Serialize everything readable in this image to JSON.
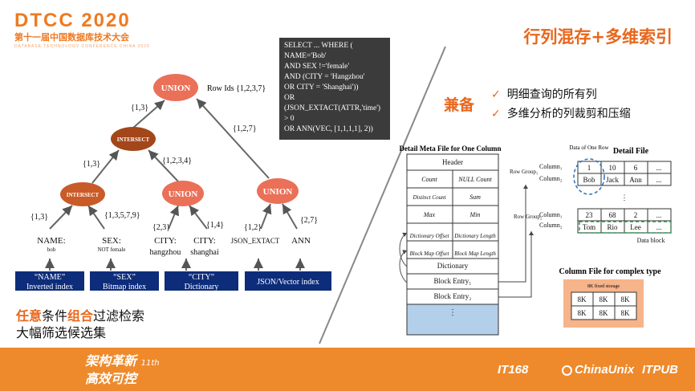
{
  "logo": {
    "main": "DTCC 2020",
    "sub": "第十一届中国数据库技术大会",
    "en": "DATABASE TECHNOLOGY CONFERENCE CHINA 2020"
  },
  "title": "行列混存+多维索引",
  "sql": [
    "SELECT ... WHERE (",
    "NAME='Bob'",
    "AND SEX !='female'",
    "AND (CITY = 'Hangzhou'",
    "OR CITY = 'Shanghai'))",
    "OR",
    "(JSON_EXTACT(ATTR,'time')",
    "> 0",
    "OR ANN(VEC, [1,1,1,1], 2))"
  ],
  "tree": {
    "root": "UNION",
    "row_ids": "Row Ids {1,2,3,7}",
    "intersect_top": "INTERSECT",
    "intersect_left": "INTERSECT",
    "union_mid": "UNION",
    "union_right": "UNION",
    "edge_1_3_top": "{1,3}",
    "edge_1_2_7": "{1,2,7}",
    "edge_1_3_left": "{1,3}",
    "edge_1_2_3_4": "{1,2,3,4}",
    "edge_1_3_name": "{1,3}",
    "edge_sex": "{1,3,5,7,9}",
    "edge_2_3": "{2,3}",
    "edge_1_4": "{1,4}",
    "edge_1_2": "{1,2}",
    "edge_2_7": "{2,7}",
    "leaf_name": "NAME:",
    "leaf_name_val": "bob",
    "leaf_sex": "SEX:",
    "leaf_sex_val": "NOT female",
    "leaf_city1": "CITY:",
    "leaf_city1_val": "hangzhou",
    "leaf_city2": "CITY:",
    "leaf_city2_val": "shanghai",
    "leaf_json": "JSON_EXTACT",
    "leaf_ann": "ANN",
    "idx_name_1": "“NAME”",
    "idx_name_2": "Inverted index",
    "idx_sex_1": "“SEX”",
    "idx_sex_2": "Bitmap index",
    "idx_city_1": "“CITY”",
    "idx_city_2": "Dictionary",
    "idx_json": "JSON/Vector index"
  },
  "caption": {
    "p1": "任意",
    "p2": "条件",
    "p3": "组合",
    "p4": "过滤检索",
    "line2": "大幅筛选候选集"
  },
  "jianbei": "兼备",
  "bullets": [
    "明细查询的所有列",
    "多维分析的列裁剪和压缩"
  ],
  "checkmark": "✓",
  "meta": {
    "title": "Detail Meta File for One Column",
    "header": "Header",
    "rows": [
      [
        "Count",
        "NULL Count"
      ],
      [
        "Distinct Count",
        "Sum"
      ],
      [
        "Max",
        "Min"
      ],
      [
        "Dictionary Offset",
        "Dictionary Length"
      ],
      [
        "Block Map Offset",
        "Block Map Length"
      ]
    ],
    "dictionary": "Dictionary",
    "block1": "Block Entry₁",
    "block2": "Block Entry₂",
    "dots": "⋮"
  },
  "detail": {
    "title": "Detail File",
    "data_of_one_row": "Data of One Row",
    "group1": "Row Group₁",
    "group2": "Row Group₂",
    "col1": "Column₁",
    "col2": "Column₂",
    "g1c1": [
      "1",
      "10",
      "6",
      "..."
    ],
    "g1c2": [
      "Bob",
      "Jack",
      "Ann",
      "..."
    ],
    "g2c1": [
      "23",
      "68",
      "2",
      "..."
    ],
    "g2c2": [
      "Tom",
      "Rio",
      "Lee",
      "..."
    ],
    "data_block": "Data block",
    "dots": "⋮"
  },
  "complex": {
    "title": "Column File for complex type",
    "storage": "8K fixed storage",
    "cell": "8K"
  },
  "footer": {
    "slogan1": "架构革新",
    "slogan_num": "11th",
    "slogan2": "高效可控",
    "s1": "IT168",
    "s2": "ChinaUnix",
    "s3": "ITPUB"
  }
}
